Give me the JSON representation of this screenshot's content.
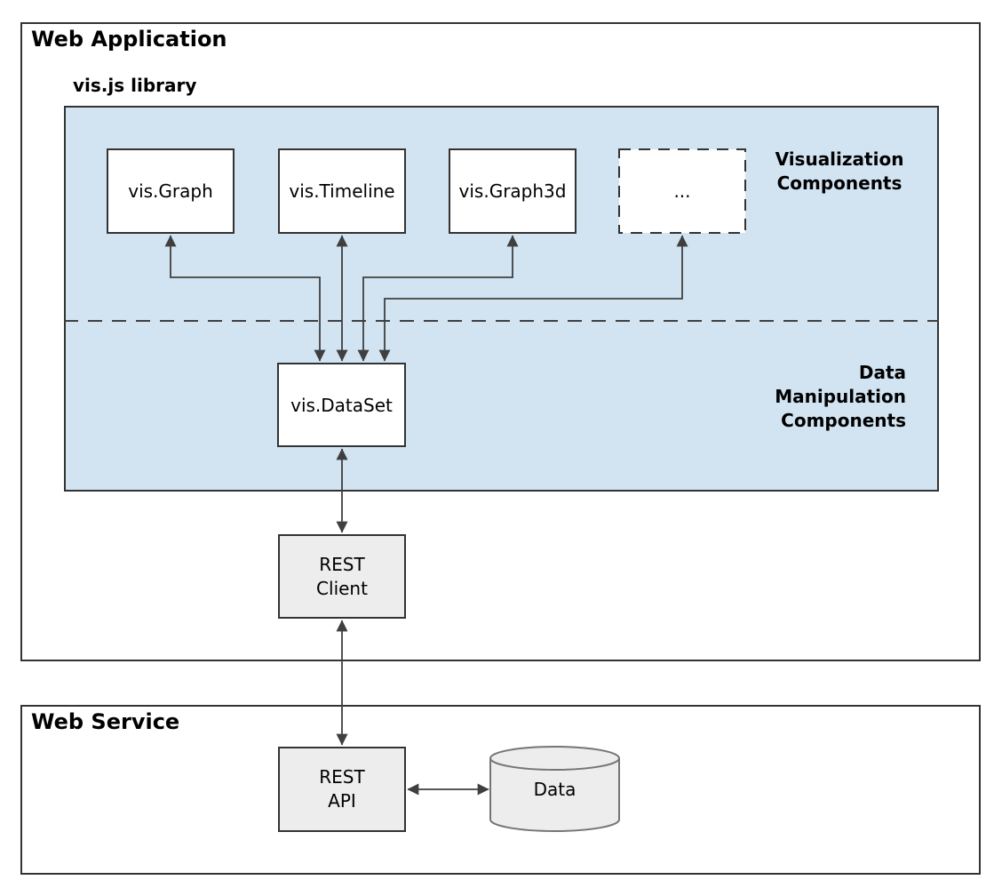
{
  "web_application": {
    "title": "Web Application",
    "library": {
      "title": "vis.js library",
      "visualization_section_label": "Visualization\nComponents",
      "data_section_label": "Data\nManipulation\nComponents",
      "components": [
        {
          "label": "vis.Graph"
        },
        {
          "label": "vis.Timeline"
        },
        {
          "label": "vis.Graph3d"
        },
        {
          "label": "..."
        }
      ],
      "dataset_label": "vis.DataSet"
    },
    "rest_client_label": "REST\nClient"
  },
  "web_service": {
    "title": "Web Service",
    "rest_api_label": "REST\nAPI",
    "data_store_label": "Data"
  },
  "colors": {
    "library_fill": "#d2e4f2",
    "box_border": "#333333",
    "component_fill": "#ffffff",
    "service_box_fill": "#ededed",
    "connector": "#3f3f3f",
    "cylinder_border": "#757575"
  }
}
